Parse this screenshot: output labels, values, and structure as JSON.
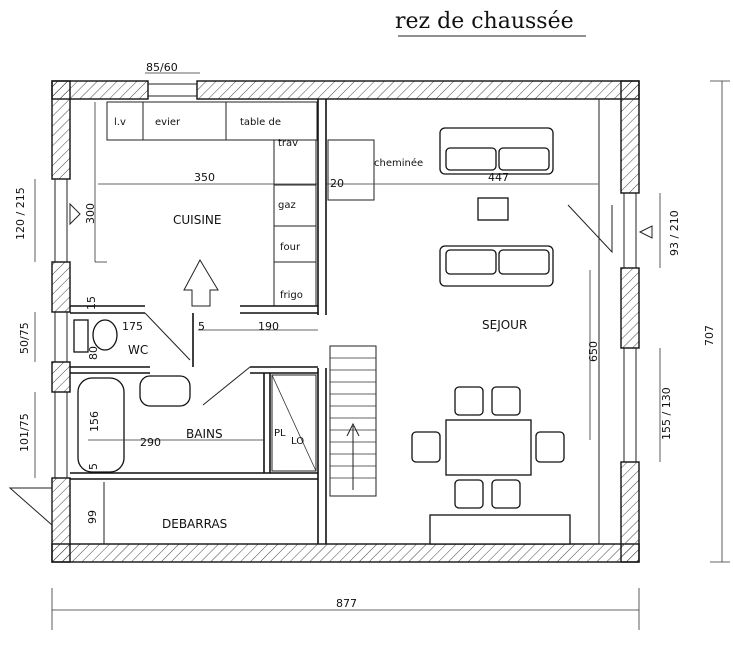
{
  "title": "rez de chaussée",
  "rooms": {
    "cuisine": "CUISINE",
    "sejour": "SEJOUR",
    "wc": "WC",
    "bains": "BAINS",
    "debarras": "DEBARRAS"
  },
  "fixtures": {
    "lv": "l.v",
    "evier": "evier",
    "table_de_trav_1": "table de",
    "table_de_trav_2": "trav",
    "gaz": "gaz",
    "four": "four",
    "frigo": "frigo",
    "cheminee": "cheminée",
    "pl": "PL",
    "lo": "LO"
  },
  "dimensions": {
    "window_top": "85/60",
    "cuisine_width": "350",
    "cuisine_height": "300",
    "fireplace_depth": "20",
    "sejour_width": "447",
    "window_left_top": "120 / 215",
    "window_right_top": "93 / 210",
    "wall_15": "15",
    "wc_175": "175",
    "corridor_5": "5",
    "corridor_190": "190",
    "window_left_mid": "50/75",
    "wc_80": "80",
    "sejour_650": "650",
    "total_height": "707",
    "window_left_bot": "101/75",
    "bath_156": "156",
    "bains_290": "290",
    "bath_5": "5",
    "window_right_bot": "155 / 130",
    "debarras_99": "99",
    "total_width": "877"
  }
}
